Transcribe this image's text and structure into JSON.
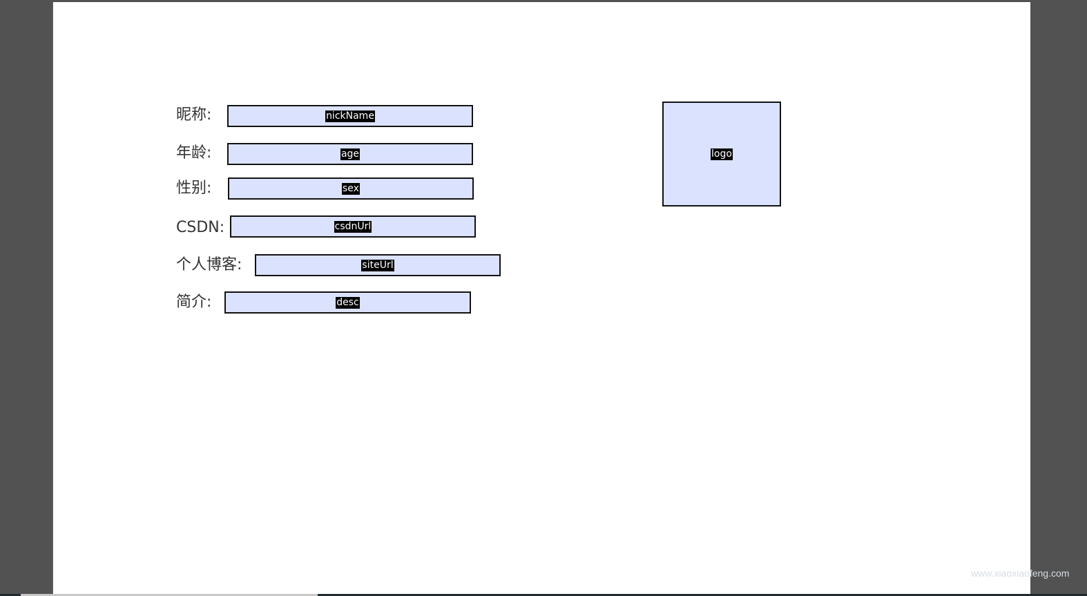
{
  "form": {
    "fields": [
      {
        "label": "昵称:",
        "placeholder": "nickName"
      },
      {
        "label": "年龄:",
        "placeholder": "age"
      },
      {
        "label": "性别:",
        "placeholder": "sex"
      },
      {
        "label": "CSDN:",
        "placeholder": "csdnUrl"
      },
      {
        "label": "个人博客:",
        "placeholder": "siteUrl"
      },
      {
        "label": "简介:",
        "placeholder": "desc"
      }
    ]
  },
  "logo": {
    "label": "logo"
  },
  "watermark": "www.xiaoxiaofeng.com",
  "colors": {
    "field_bg": "#dbe2fd",
    "border": "#111111",
    "backdrop": "#525252"
  }
}
